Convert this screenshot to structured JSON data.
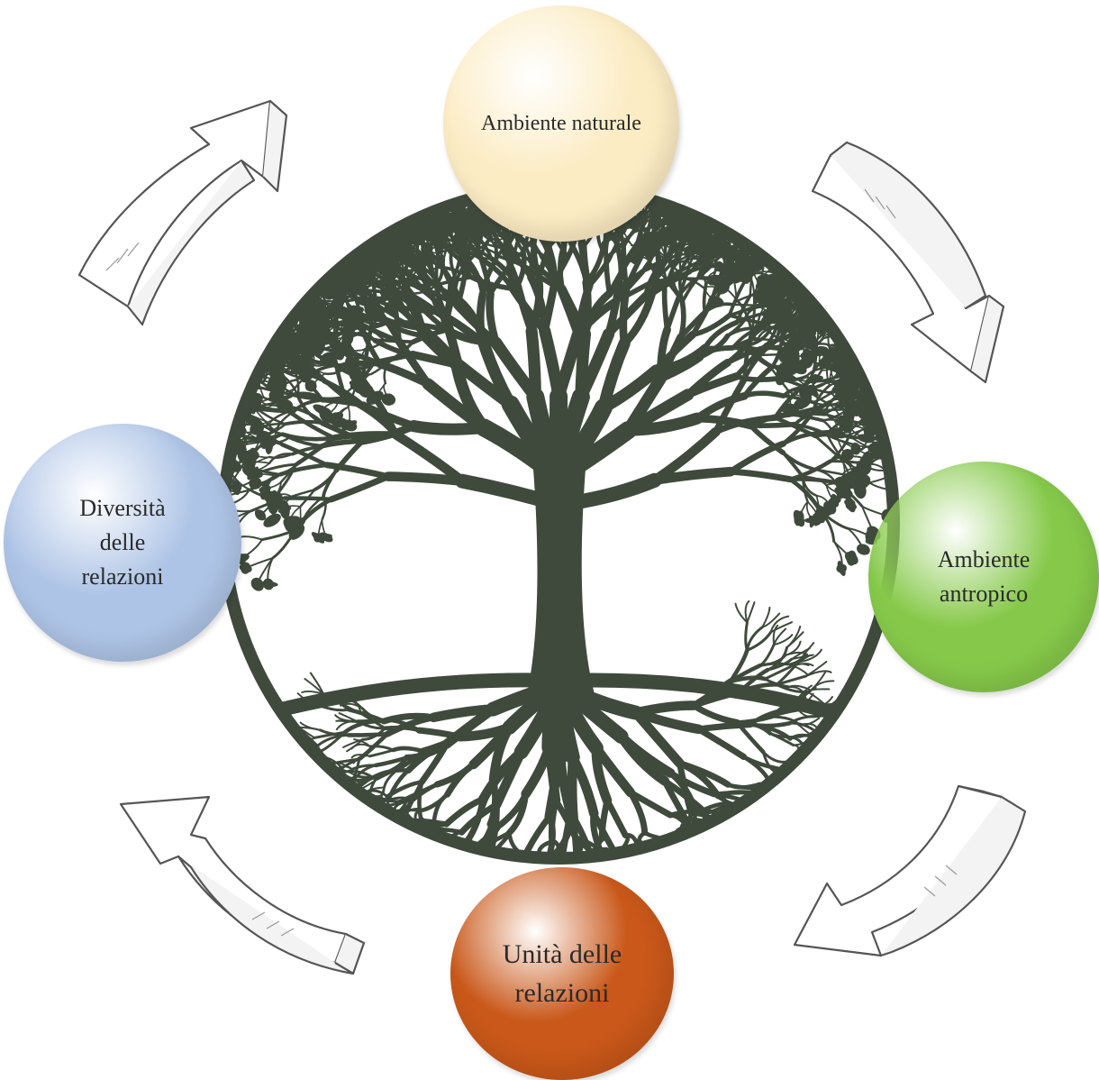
{
  "nodes": {
    "top": {
      "label": "Ambiente naturale",
      "color": "#fcecc4"
    },
    "left": {
      "label_lines": [
        "Diversità",
        "delle",
        "relazioni"
      ],
      "color": "#aec4e6"
    },
    "right": {
      "label_lines": [
        "Ambiente",
        "antropico"
      ],
      "color": "#86c94a"
    },
    "bottom": {
      "label_lines": [
        "Unità delle",
        "relazioni"
      ],
      "color": "#c9581a"
    }
  },
  "tree": {
    "color": "#3f4a3c",
    "image": "tree-of-life"
  },
  "arrows": {
    "style": "hand-drawn outline",
    "count": 4,
    "direction": "clockwise"
  }
}
